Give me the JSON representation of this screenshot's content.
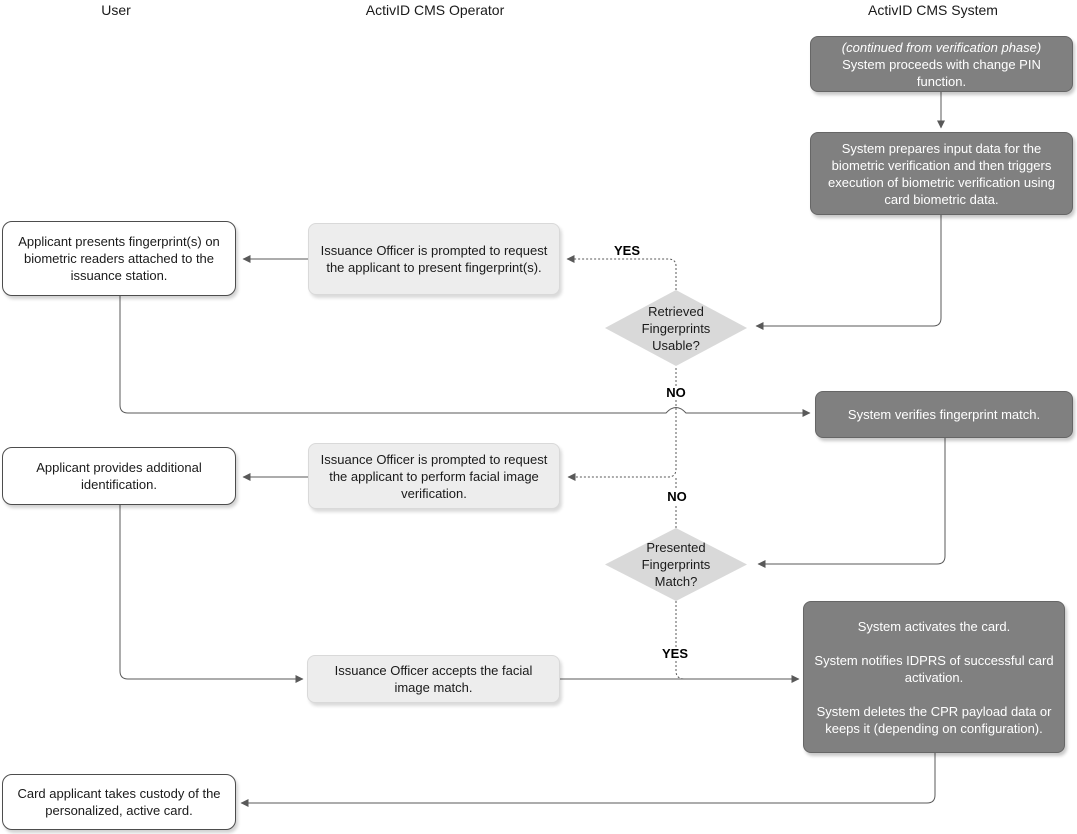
{
  "lanes": {
    "user": "User",
    "operator": "ActivID CMS Operator",
    "system": "ActivID CMS System"
  },
  "nodes": {
    "sys_continued": {
      "note": "(continued from verification phase)",
      "text": "System proceeds with change PIN function."
    },
    "sys_prepares": {
      "text": "System prepares input data for the biometric verification and then triggers execution of biometric verification using card biometric data."
    },
    "user_presents": {
      "text": "Applicant presents fingerprint(s) on biometric readers attached to the issuance station."
    },
    "op_prompt_fingerprints": {
      "text": "Issuance Officer is prompted to request the applicant to present fingerprint(s)."
    },
    "decision_retrieved": {
      "text": "Retrieved Fingerprints Usable?"
    },
    "sys_verifies": {
      "text": "System verifies fingerprint match."
    },
    "user_additional_id": {
      "text": "Applicant provides additional identification."
    },
    "op_prompt_facial": {
      "text": "Issuance Officer is prompted to request the applicant to perform facial image verification."
    },
    "decision_presented": {
      "text": "Presented Fingerprints Match?"
    },
    "op_accepts_facial": {
      "text": "Issuance Officer accepts the facial image match."
    },
    "sys_activates": {
      "text": "System activates the card.\n\nSystem notifies IDPRS of successful card activation.\n\nSystem deletes the CPR payload data or keeps it (depending on configuration)."
    },
    "user_custody": {
      "text": "Card applicant takes custody of the personalized, active card."
    }
  },
  "labels": {
    "yes_retrieved": "YES",
    "no_retrieved": "NO",
    "no_presented": "NO",
    "yes_presented": "YES"
  },
  "colors": {
    "system_box_fill": "#808080",
    "system_box_border": "#666666",
    "operator_box_fill": "#ededed",
    "user_box_fill": "#ffffff",
    "user_box_border": "#4d4d4d",
    "decision_fill": "#d9d9d9",
    "connector": "#595959",
    "system_box_text": "#ffffff",
    "text": "#1a1a1a"
  }
}
